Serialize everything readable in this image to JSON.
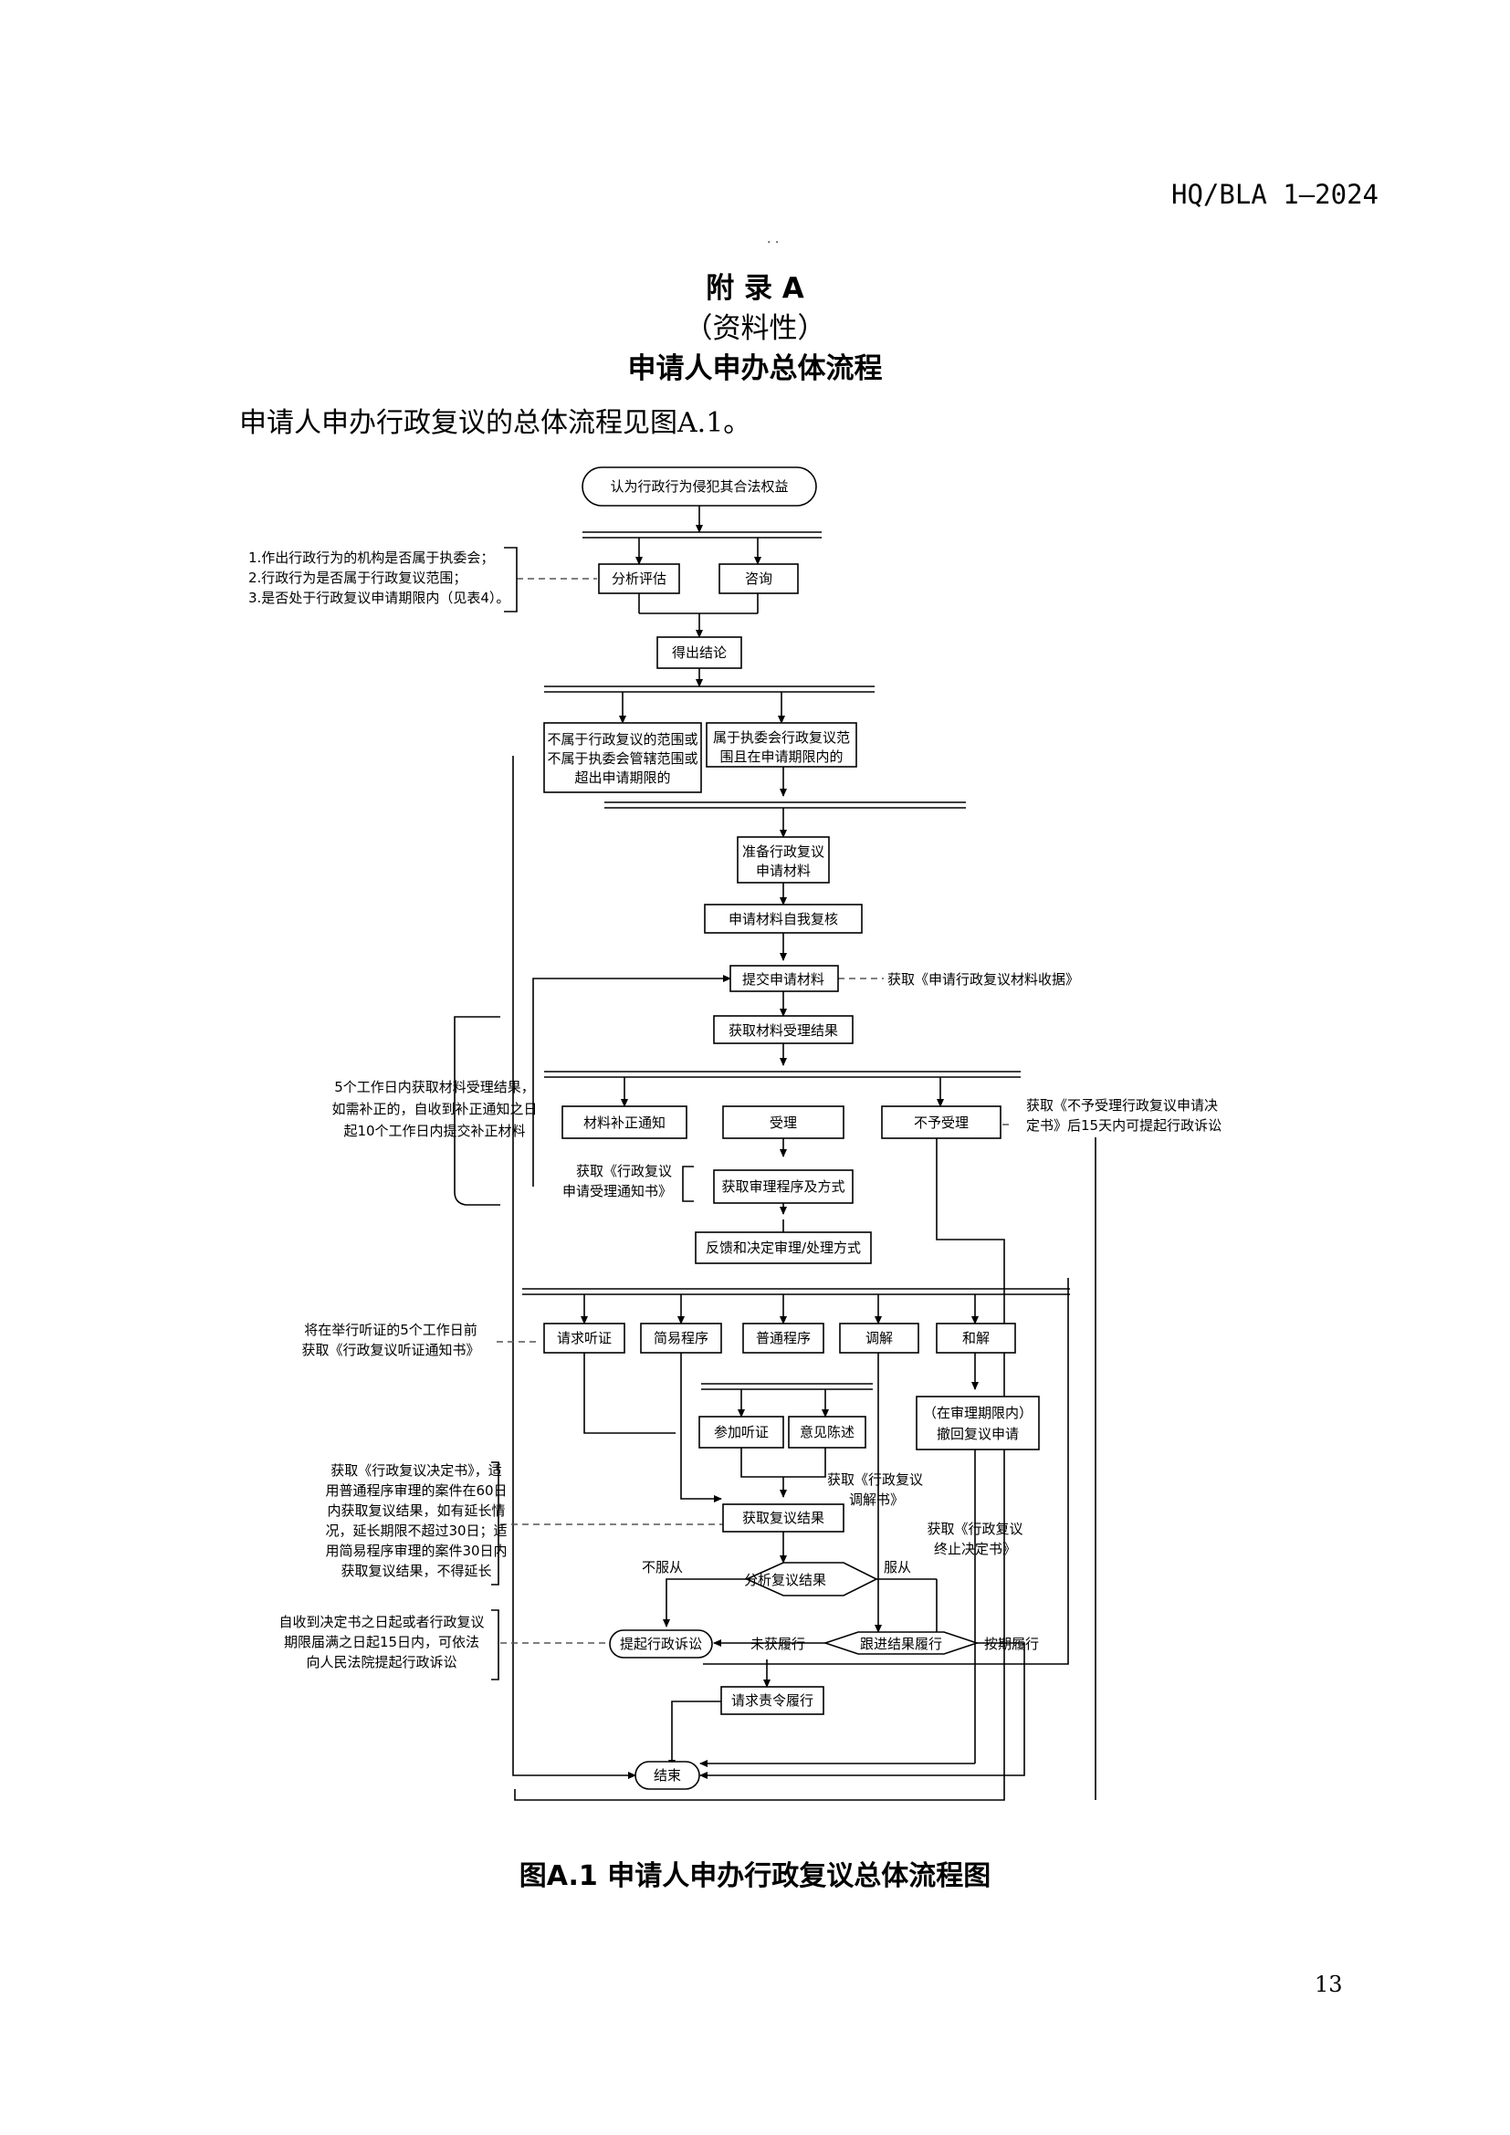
{
  "header": {
    "code": "HQ/BLA 1—2024",
    "dots": ". ."
  },
  "annex": {
    "title": "附 录 A",
    "type": "（资料性）",
    "name": "申请人申办总体流程"
  },
  "intro": "申请人申办行政复议的总体流程见图A.1。",
  "flow": {
    "start": "认为行政行为侵犯其合法权益",
    "analyze": "分析评估",
    "consult": "咨询",
    "conclude": "得出结论",
    "out_of_scope": [
      "不属于行政复议的范围或",
      "不属于执委会管辖范围或",
      "超出申请期限的"
    ],
    "in_scope": [
      "属于执委会行政复议范",
      "围且在申请期限内的"
    ],
    "prepare": [
      "准备行政复议",
      "申请材料"
    ],
    "self_check": "申请材料自我复核",
    "submit": "提交申请材料",
    "get_receipt": "获取《申请行政复议材料收据》",
    "get_result": "获取材料受理结果",
    "supplement": "材料补正通知",
    "accept": "受理",
    "reject": "不予受理",
    "accept_notice": [
      "获取《行政复议",
      "申请受理通知书》"
    ],
    "reject_note": [
      "获取《不予受理行政复议申请决",
      "定书》后15天内可提起行政诉讼"
    ],
    "procedure": "获取审理程序及方式",
    "feedback": "反馈和决定审理/处理方式",
    "hearing": "请求听证",
    "simple": "简易程序",
    "normal": "普通程序",
    "mediation": "调解",
    "settlement": "和解",
    "attend_hearing": "参加听证",
    "statement": "意见陈述",
    "withdraw": [
      "（在审理期限内）",
      "撤回复议申请"
    ],
    "mediation_doc": [
      "获取《行政复议",
      "调解书》"
    ],
    "termination_doc": [
      "获取《行政复议",
      "终止决定书》"
    ],
    "get_review_result": "获取复议结果",
    "analyze_result": "分析复议结果",
    "disagree": "不服从",
    "agree": "服从",
    "sue": "提起行政诉讼",
    "not_performed": "未获履行",
    "follow_up": "跟进结果履行",
    "performed": "按期履行",
    "request_order": "请求责令履行",
    "end": "结束",
    "note_scope": [
      "1.作出行政行为的机构是否属于执委会；",
      "2.行政行为是否属于行政复议范围；",
      "3.是否处于行政复议申请期限内（见表4）。"
    ],
    "note_5days": [
      "5个工作日内获取材料受理结果，",
      "如需补正的，自收到补正通知之日",
      "起10个工作日内提交补正材料"
    ],
    "note_hearing": [
      "将在举行听证的5个工作日前",
      "获取《行政复议听证通知书》"
    ],
    "note_decision": [
      "获取《行政复议决定书》，适",
      "用普通程序审理的案件在60日",
      "内获取复议结果，如有延长情",
      "况，延长期限不超过30日；适",
      "用简易程序审理的案件30日内",
      "获取复议结果，不得延长"
    ],
    "note_lawsuit": [
      "自收到决定书之日起或者行政复议",
      "期限届满之日起15日内，可依法",
      "向人民法院提起行政诉讼"
    ]
  },
  "figure_caption": "图A.1 申请人申办行政复议总体流程图",
  "page_number": "13"
}
